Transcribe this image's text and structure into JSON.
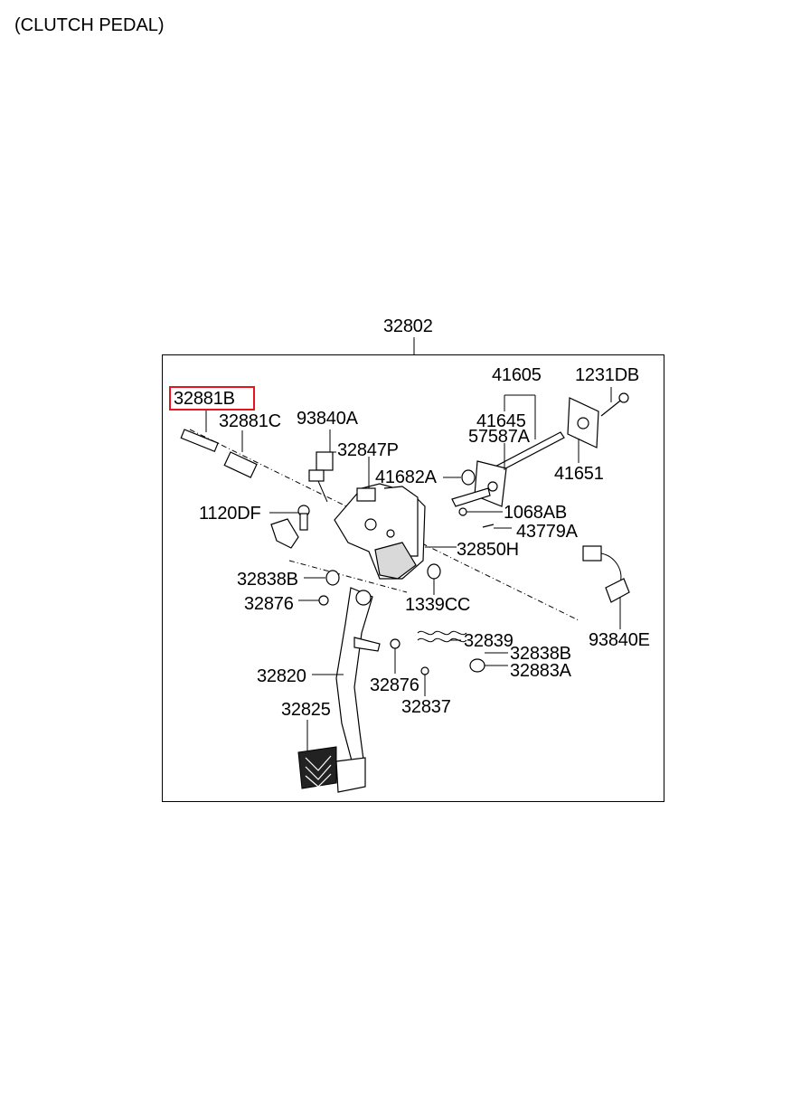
{
  "title": "(CLUTCH PEDAL)",
  "assembly": "32802",
  "highlighted_part": "32881B",
  "highlight_color": "#e8141b",
  "labels": {
    "p32881B": "32881B",
    "p32881C": "32881C",
    "p93840A": "93840A",
    "p32847P": "32847P",
    "p41605": "41605",
    "p1231DB": "1231DB",
    "p41645": "41645",
    "p57587A": "57587A",
    "p41682A": "41682A",
    "p41651": "41651",
    "p1120DF": "1120DF",
    "p1068AB": "1068AB",
    "p43779A": "43779A",
    "p32850H": "32850H",
    "p32838B_top": "32838B",
    "p32876_top": "32876",
    "p1339CC": "1339CC",
    "p32839": "32839",
    "p32838B_bot": "32838B",
    "p32883A": "32883A",
    "p93840E": "93840E",
    "p32820": "32820",
    "p32876_bot": "32876",
    "p32837": "32837",
    "p32825": "32825"
  }
}
